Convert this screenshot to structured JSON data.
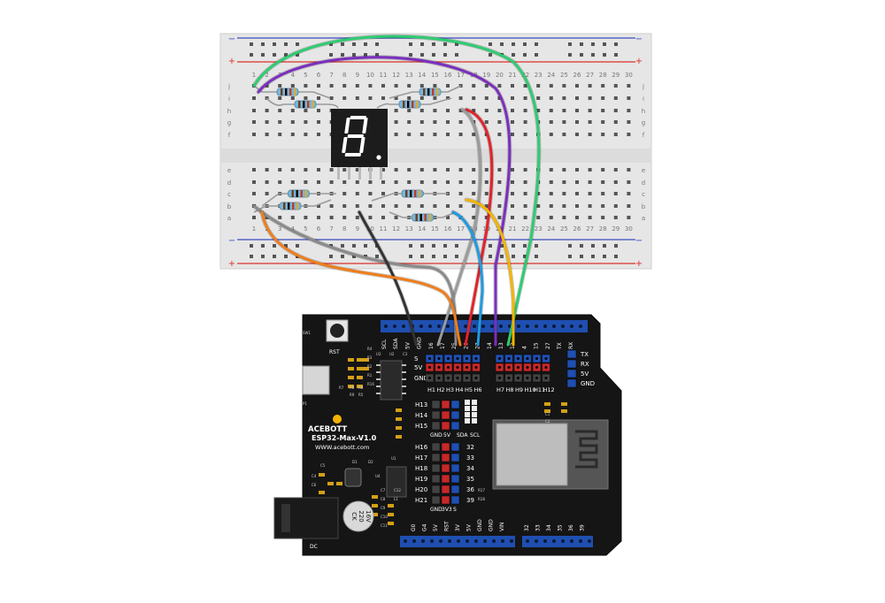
{
  "breadboard": {
    "column_numbers": [
      "1",
      "2",
      "3",
      "4",
      "5",
      "6",
      "7",
      "8",
      "9",
      "10",
      "11",
      "12",
      "13",
      "14",
      "15",
      "16",
      "17",
      "18",
      "19",
      "20",
      "21",
      "22",
      "23",
      "24",
      "25",
      "26",
      "27",
      "28",
      "29",
      "30"
    ],
    "row_letters_top": [
      "j",
      "i",
      "h",
      "g",
      "f"
    ],
    "row_letters_bottom": [
      "e",
      "d",
      "c",
      "b",
      "a"
    ],
    "rail_minus": "−",
    "rail_plus": "+"
  },
  "seven_segment": {
    "digit": "8"
  },
  "board": {
    "brand": "ACEBOTT",
    "model": "ESP32-Max-V1.0",
    "url": "WWW.acebott.com",
    "rst_label": "RST",
    "dc_label": "DC",
    "cap_text": [
      "CK",
      "220",
      "16V"
    ],
    "top_header_labels": [
      "SCL",
      "SDA",
      "5V",
      "GND",
      "16",
      "17",
      "25",
      "26",
      "27",
      "14",
      "13",
      "12",
      "4",
      "15",
      "27",
      "TX",
      "RX"
    ],
    "row_labels_left": [
      "S",
      "5V",
      "GND"
    ],
    "h_labels": [
      "H1",
      "H2",
      "H3",
      "H4",
      "H5",
      "H6",
      "H7",
      "H8",
      "H9",
      "H10",
      "H11",
      "H12"
    ],
    "right_header_labels": [
      "TX",
      "RX",
      "5V",
      "GND"
    ],
    "mid_rows_a": [
      "H13",
      "H14",
      "H15"
    ],
    "mid_cols_a": [
      "GND",
      "5V",
      "SDA",
      "SCL"
    ],
    "mid_rows_b": [
      "H16",
      "H17",
      "H18",
      "H19",
      "H20",
      "H21"
    ],
    "mid_nums_b": [
      "32",
      "33",
      "34",
      "35",
      "36",
      "39"
    ],
    "mid_cols_b": [
      "GND",
      "3V3",
      "S"
    ],
    "bottom_labels_left": [
      "G0",
      "G4",
      "5V",
      "RST",
      "3V",
      "5V",
      "GND",
      "GND",
      "VIN"
    ],
    "bottom_labels_right": [
      "32",
      "33",
      "34",
      "35",
      "36",
      "39"
    ],
    "component_labels": [
      "SW1",
      "R4",
      "R3",
      "R2",
      "R1",
      "R16",
      "R7",
      "R6",
      "R8",
      "R9",
      "R5",
      "U3",
      "U2",
      "C3",
      "C1",
      "C2",
      "C5",
      "C4",
      "C6",
      "C7",
      "C8",
      "C9",
      "C10",
      "C11",
      "C12",
      "L1",
      "D1",
      "D2",
      "U4",
      "U1",
      "P1",
      "R17",
      "R18"
    ]
  },
  "wires": [
    {
      "color": "#2ecc71",
      "name": "green"
    },
    {
      "color": "#7b2fbe",
      "name": "purple"
    },
    {
      "color": "#e3222b",
      "name": "red"
    },
    {
      "color": "#9b9b9b",
      "name": "gray-top"
    },
    {
      "color": "#f4b400",
      "name": "yellow"
    },
    {
      "color": "#1e9be0",
      "name": "blue"
    },
    {
      "color": "#8a8a8a",
      "name": "gray-bottom"
    },
    {
      "color": "#333333",
      "name": "black"
    },
    {
      "color": "#f07d1a",
      "name": "orange"
    }
  ]
}
